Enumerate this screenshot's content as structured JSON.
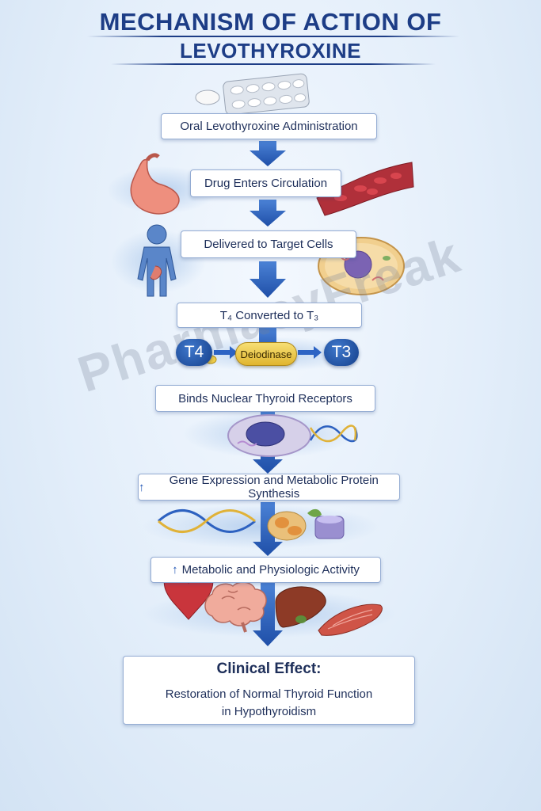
{
  "title": {
    "line1": "MECHANISM OF ACTION OF",
    "line2": "LEVOTHYROXINE"
  },
  "steps": [
    "Oral Levothyroxine Administration",
    "Drug Enters Circulation",
    "Delivered to Target Cells",
    "T₄ Converted to T₃",
    "Binds Nuclear Thyroid Receptors",
    "Gene Expression and Metabolic Protein Synthesis",
    "Metabolic and Physiologic Activity"
  ],
  "up_arrow": "↑",
  "conversion": {
    "from": "T4",
    "enzyme": "Deiodinase",
    "to": "T3"
  },
  "clinical": {
    "heading": "Clinical Effect:",
    "line1": "Restoration of Normal Thyroid Function",
    "line2": "in Hypothyroidism"
  },
  "watermark": "PharmacyFreak",
  "icons": [
    "pill-blister-icon",
    "stomach-icon",
    "blood-vessel-icon",
    "human-body-icon",
    "cell-icon",
    "nucleus-cell-icon",
    "dna-icon",
    "protein-icon",
    "heart-icon",
    "brain-icon",
    "liver-icon",
    "muscle-icon"
  ],
  "colors": {
    "title": "#1d3d86",
    "arrow": "#2c63c4",
    "box_border": "#94acd3",
    "hormone": "#1f4a99",
    "enzyme": "#e8c447"
  }
}
